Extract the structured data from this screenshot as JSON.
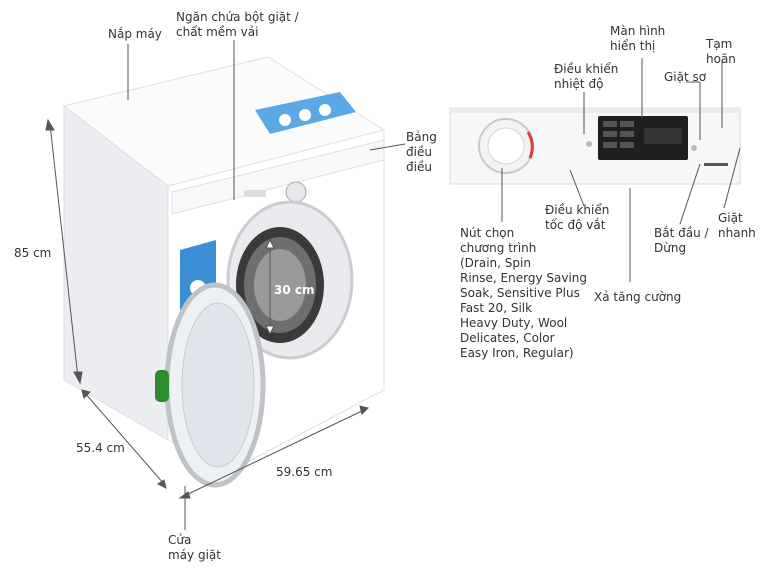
{
  "labels": {
    "lid": "Nắp máy",
    "detergent": "Ngăn chứa bột giặt /\nchất mềm vải",
    "panel": "Bảng\nđiều\nđiều",
    "display": "Màn hình\nhiển thị",
    "temp": "Điều khiển\nnhiệt độ",
    "pause": "Tạm\nhoãn",
    "prewash": "Giặt sơ",
    "spin": "Điều khiển\ntốc độ vắt",
    "program": "Nút chọn\nchương trình\n(Drain, Spin\nRinse, Energy Saving\nSoak, Sensitive Plus\nFast 20, Silk\nHeavy Duty, Wool\nDelicates, Color\nEasy Iron, Regular)",
    "start": "Bắt đầu /\nDừng",
    "quick": "Giặt\nnhanh",
    "extra": "Xả tăng cường",
    "door": "Cửa\nmáy giặt"
  },
  "dimensions": {
    "height": "85 cm",
    "depth": "55.4 cm",
    "width": "59.65 cm",
    "door_diameter": "30 cm"
  },
  "colors": {
    "outline": "#666666",
    "leader": "#555555",
    "body": "#f4f5f7",
    "accent_blue": "#3a8fd6",
    "green_handle": "#2e8b2e"
  }
}
